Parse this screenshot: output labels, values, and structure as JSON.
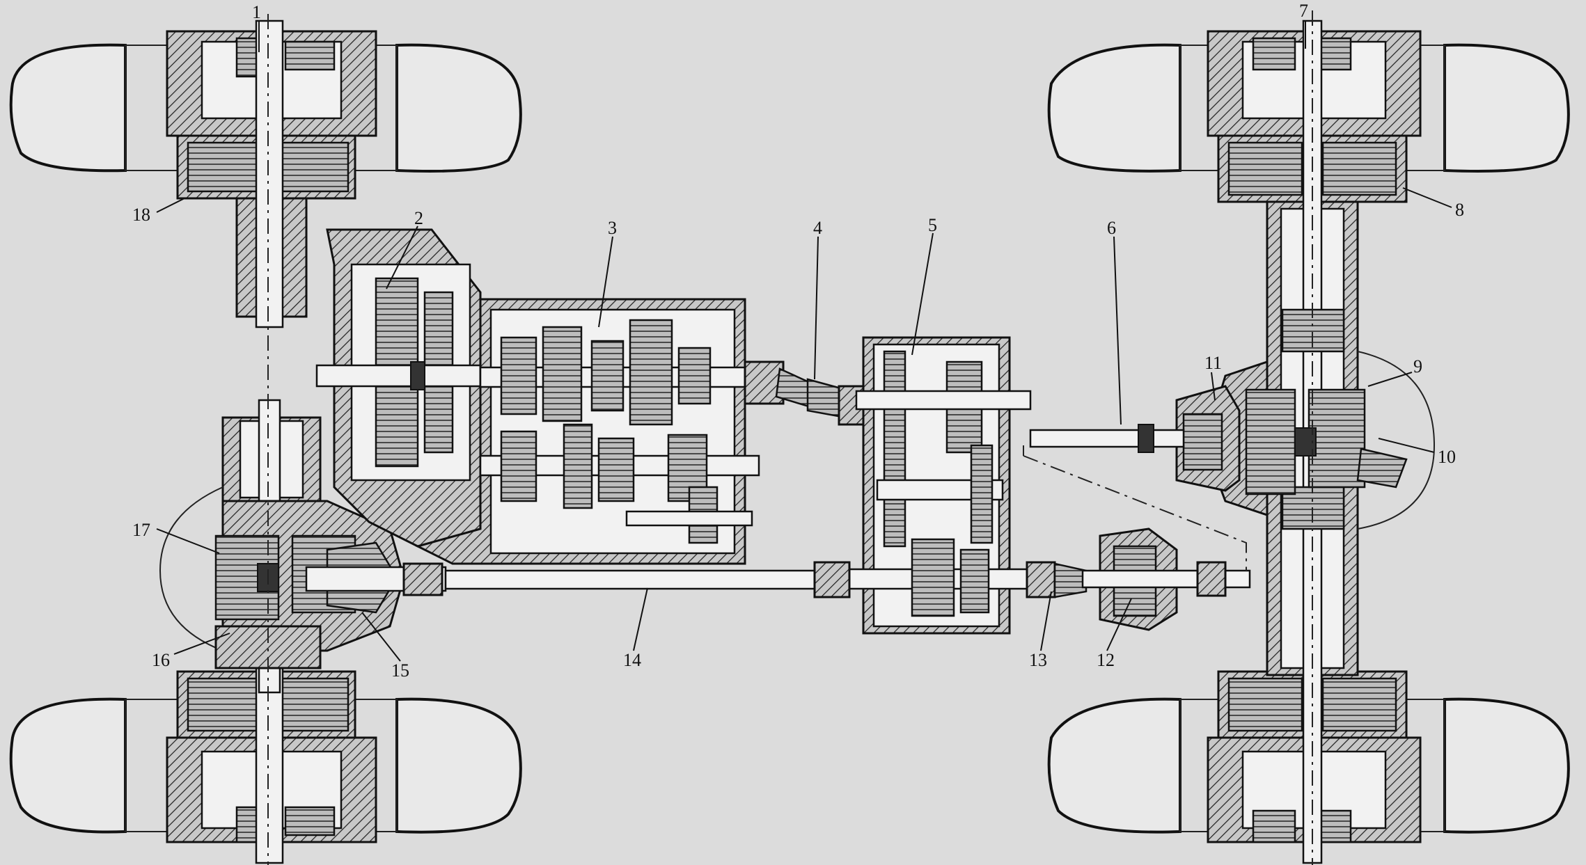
{
  "diagram": {
    "labels": [
      {
        "id": "1",
        "text": "1"
      },
      {
        "id": "2",
        "text": "2"
      },
      {
        "id": "3",
        "text": "3"
      },
      {
        "id": "4",
        "text": "4"
      },
      {
        "id": "5",
        "text": "5"
      },
      {
        "id": "6",
        "text": "6"
      },
      {
        "id": "7",
        "text": "7"
      },
      {
        "id": "8",
        "text": "8"
      },
      {
        "id": "9",
        "text": "9"
      },
      {
        "id": "10",
        "text": "10"
      },
      {
        "id": "11",
        "text": "11"
      },
      {
        "id": "12",
        "text": "12"
      },
      {
        "id": "13",
        "text": "13"
      },
      {
        "id": "14",
        "text": "14"
      },
      {
        "id": "15",
        "text": "15"
      },
      {
        "id": "16",
        "text": "16"
      },
      {
        "id": "17",
        "text": "17"
      },
      {
        "id": "18",
        "text": "18"
      }
    ],
    "colors": {
      "ink": "#1a1a1a",
      "paper": "#dcdcdc"
    }
  }
}
